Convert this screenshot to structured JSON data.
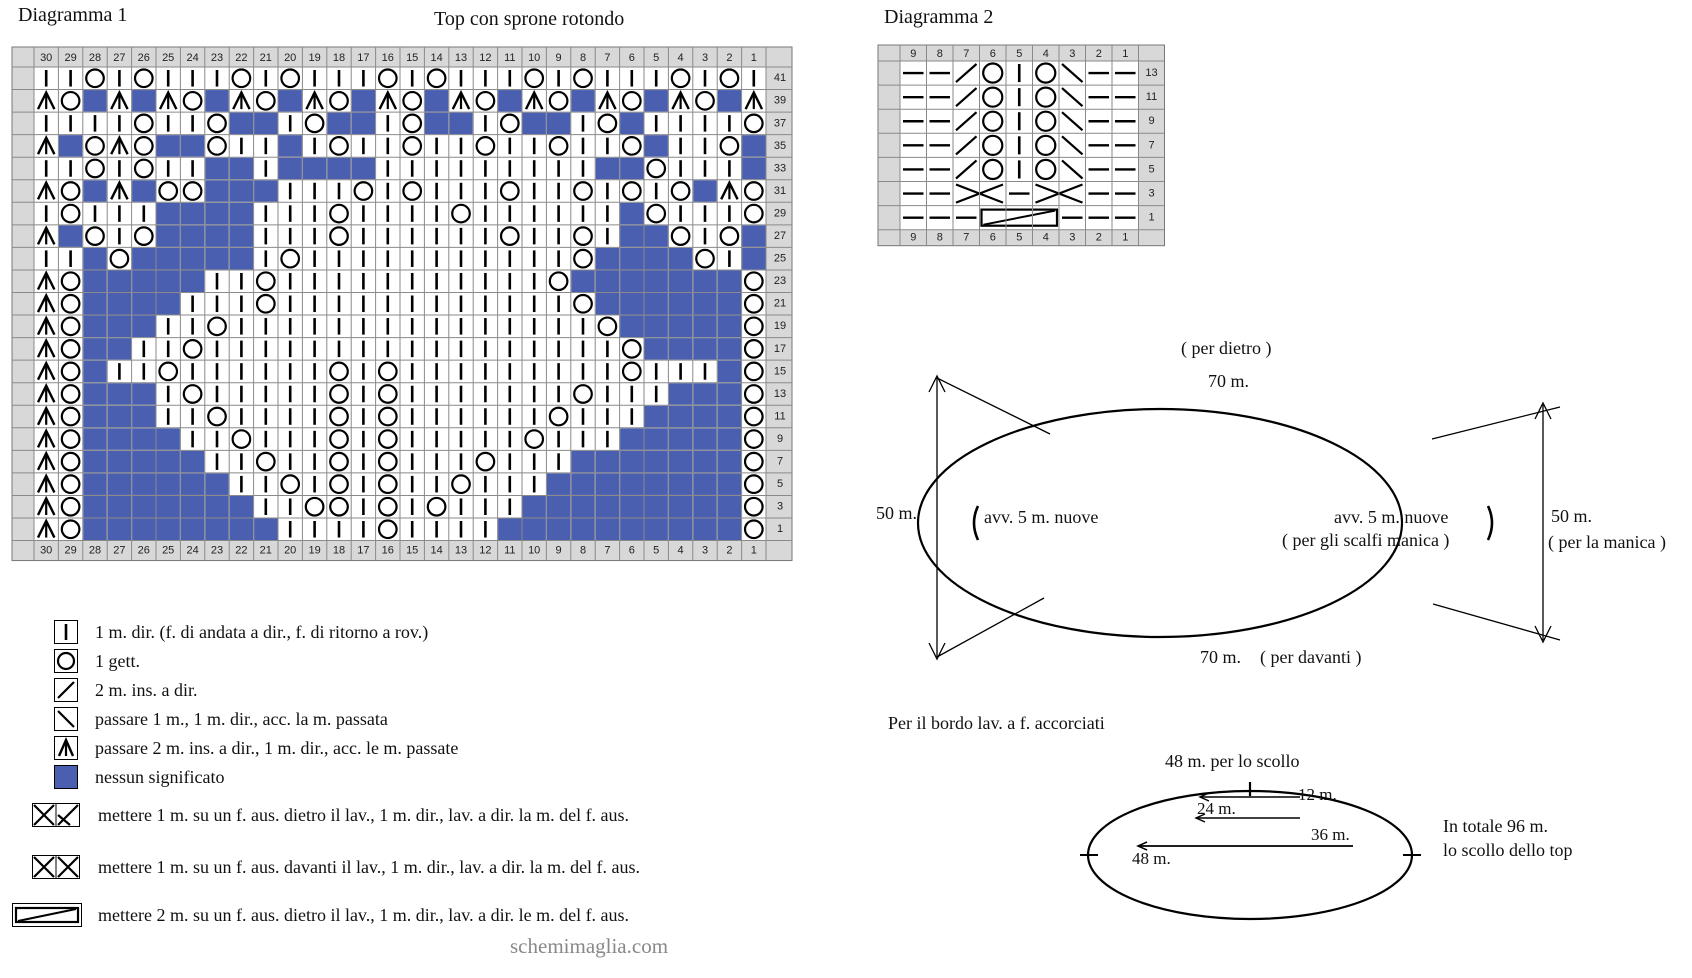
{
  "diagram1": {
    "label": "Diagramma 1",
    "title": "Top con sprone rotondo",
    "columns": [
      30,
      29,
      28,
      27,
      26,
      25,
      24,
      23,
      22,
      21,
      20,
      19,
      18,
      17,
      16,
      15,
      14,
      13,
      12,
      11,
      10,
      9,
      8,
      7,
      6,
      5,
      4,
      3,
      2,
      1
    ],
    "rows_odd": [
      41,
      39,
      37,
      35,
      33,
      31,
      29,
      27,
      25,
      23,
      21,
      19,
      17,
      15,
      13,
      11,
      9,
      7,
      5,
      3,
      1
    ],
    "grid": [
      "IIOIOIIIOIOIIIOIOIIIOIOIIIOIOI",
      "AOBABAOBAOBAOBAOBAOBAOBAOBAOBA",
      "IIIIOIIOBBIOBBIOBBIOBBIOBIIIIO",
      "ABOAOBBOIIBIOIIOIIOIIOIIOBIIOB",
      "IIOIOIIBBIBBBBIIIIIIIIIBBOIIIB",
      "AOBABOOBBBIIIOIOIIIOIIOIOIOBAO",
      "IOIIIBBBBIIIOIIIIOIIIIIIBOIIIO",
      "ABOIOBBBBIIIOIIIIIIOIIOIBBOIOB",
      "IIBOBBBBBIOIIIIIIIIIIIOBBBBOIB",
      "AOBBBBBIIOIIIIIIIIIIIOBBBBBBBO",
      "AOBBBBIIIOIIIIIIIIIIIIOBBBBBBO",
      "AOBBBIIOIIIIIIIIIIIIIIIOBBBBBO",
      "AOBBIIOIIIIIIIIIIIIIIIIIOBBBBO",
      "AOBIIOIIIIIIOIOIIIIIIIIIOIIIBO",
      "AOBBBIOIIIIIOIOIIIIIIIOIIIBBBO",
      "AOBBBIIOIIIIOIOIIIIIIOIIIBBBBO",
      "AOBBBBIIOIIIOIOIIIIIOIIIBBBBBO",
      "AOBBBBBIIOIIOIOIIIOIIIBBBBBBBO",
      "AOBBBBBBIIOIOIOIIOIIIBBBBBBBBO",
      "AOBBBBBBBIIOOIOIOIIIBBBBBBBBBO",
      "AOBBBBBBBBIIIIOIIIIBBBBBBBBBBO"
    ]
  },
  "diagram2": {
    "label": "Diagramma 2",
    "columns": [
      9,
      8,
      7,
      6,
      5,
      4,
      3,
      2,
      1
    ],
    "rows_odd": [
      13,
      11,
      9,
      7,
      5,
      3,
      1
    ]
  },
  "legend": [
    {
      "icon": "knit-icon",
      "text": "1 m. dir. (f. di andata a dir., f. di ritorno a rov.)"
    },
    {
      "icon": "yarn-over-icon",
      "text": "1 gett."
    },
    {
      "icon": "k2tog-icon",
      "text": "2 m. ins. a dir."
    },
    {
      "icon": "ssk-icon",
      "text": "passare 1 m., 1 m. dir., acc. la m. passata"
    },
    {
      "icon": "double-decrease-icon",
      "text": "passare 2 m. ins. a dir., 1 m. dir., acc. le m. passate"
    },
    {
      "icon": "no-stitch-icon",
      "text": "nessun significato"
    },
    {
      "icon": "cable-back-icon",
      "text": "mettere 1 m. su un f. aus. dietro il lav., 1 m. dir., lav. a dir. la m. del f. aus."
    },
    {
      "icon": "cable-front-icon",
      "text": "mettere 1 m. su un f. aus. davanti il lav., 1 m. dir., lav. a dir. la m. del f. aus."
    },
    {
      "icon": "cable-2-back-icon",
      "text": "mettere 2 m. su un f. aus. dietro il lav., 1 m. dir., lav. a dir. le m. del f. aus."
    }
  ],
  "watermark": "schemimaglia.com",
  "yoke": {
    "back_label": "( per dietro )",
    "top_count": "70 m.",
    "left_count": "50 m.",
    "left_note": "avv. 5 m. nuove",
    "right_note": "avv. 5 m. nuove",
    "right_note2": "( per gli scalfi manica )",
    "right_count": "50 m.",
    "right_count_note": "( per la manica )",
    "bottom_count": "70 m.",
    "bottom_note": "( per davanti )"
  },
  "border": {
    "title": "Per il bordo lav. a f. accorciati",
    "top_count": "48 m. per lo scollo",
    "a12": "12 m.",
    "a24": "24 m.",
    "a36": "36 m.",
    "a48": "48 m.",
    "total_line1": "In totale 96 m.",
    "total_line2": "lo scollo dello top"
  },
  "colors": {
    "blue": "#4a5fb0",
    "grid_line": "#888888",
    "header_bg": "#d6d6d6"
  }
}
